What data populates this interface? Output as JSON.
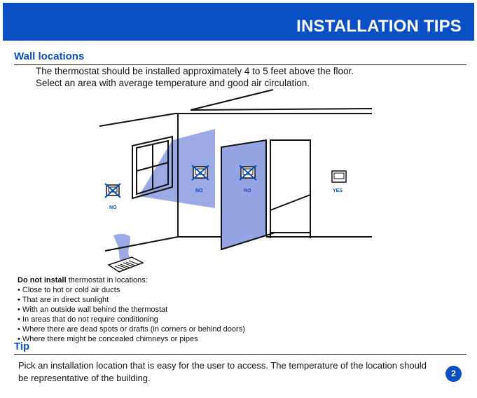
{
  "header": {
    "title": "INSTALLATION TIPS"
  },
  "wall": {
    "title": "Wall locations",
    "line1": "The thermostat should be installed approximately 4 to 5 feet above the floor.",
    "line2": "Select an area with average temperature and good air circulation."
  },
  "illustration": {
    "labels": [
      "NO",
      "NO",
      "NO",
      "YES"
    ]
  },
  "donot": {
    "lead_bold": "Do not install",
    "lead_rest": " thermostat in locations:",
    "items": [
      "Close to hot or cold air ducts",
      "That are in direct sunlight",
      "With an outside wall behind the thermostat",
      "In areas that do not require conditioning",
      "Where there are dead spots or drafts (in corners or behind doors)",
      "Where there might be concealed chimneys or pipes"
    ]
  },
  "tip": {
    "title": "Tip",
    "text": "Pick an installation location that is easy for the user to access. The temperature of the location should be representative of the building."
  },
  "page": {
    "number": "2"
  },
  "colors": {
    "brand_blue": "#0b4fc4",
    "illustration_blue": "#8a9ae0"
  }
}
